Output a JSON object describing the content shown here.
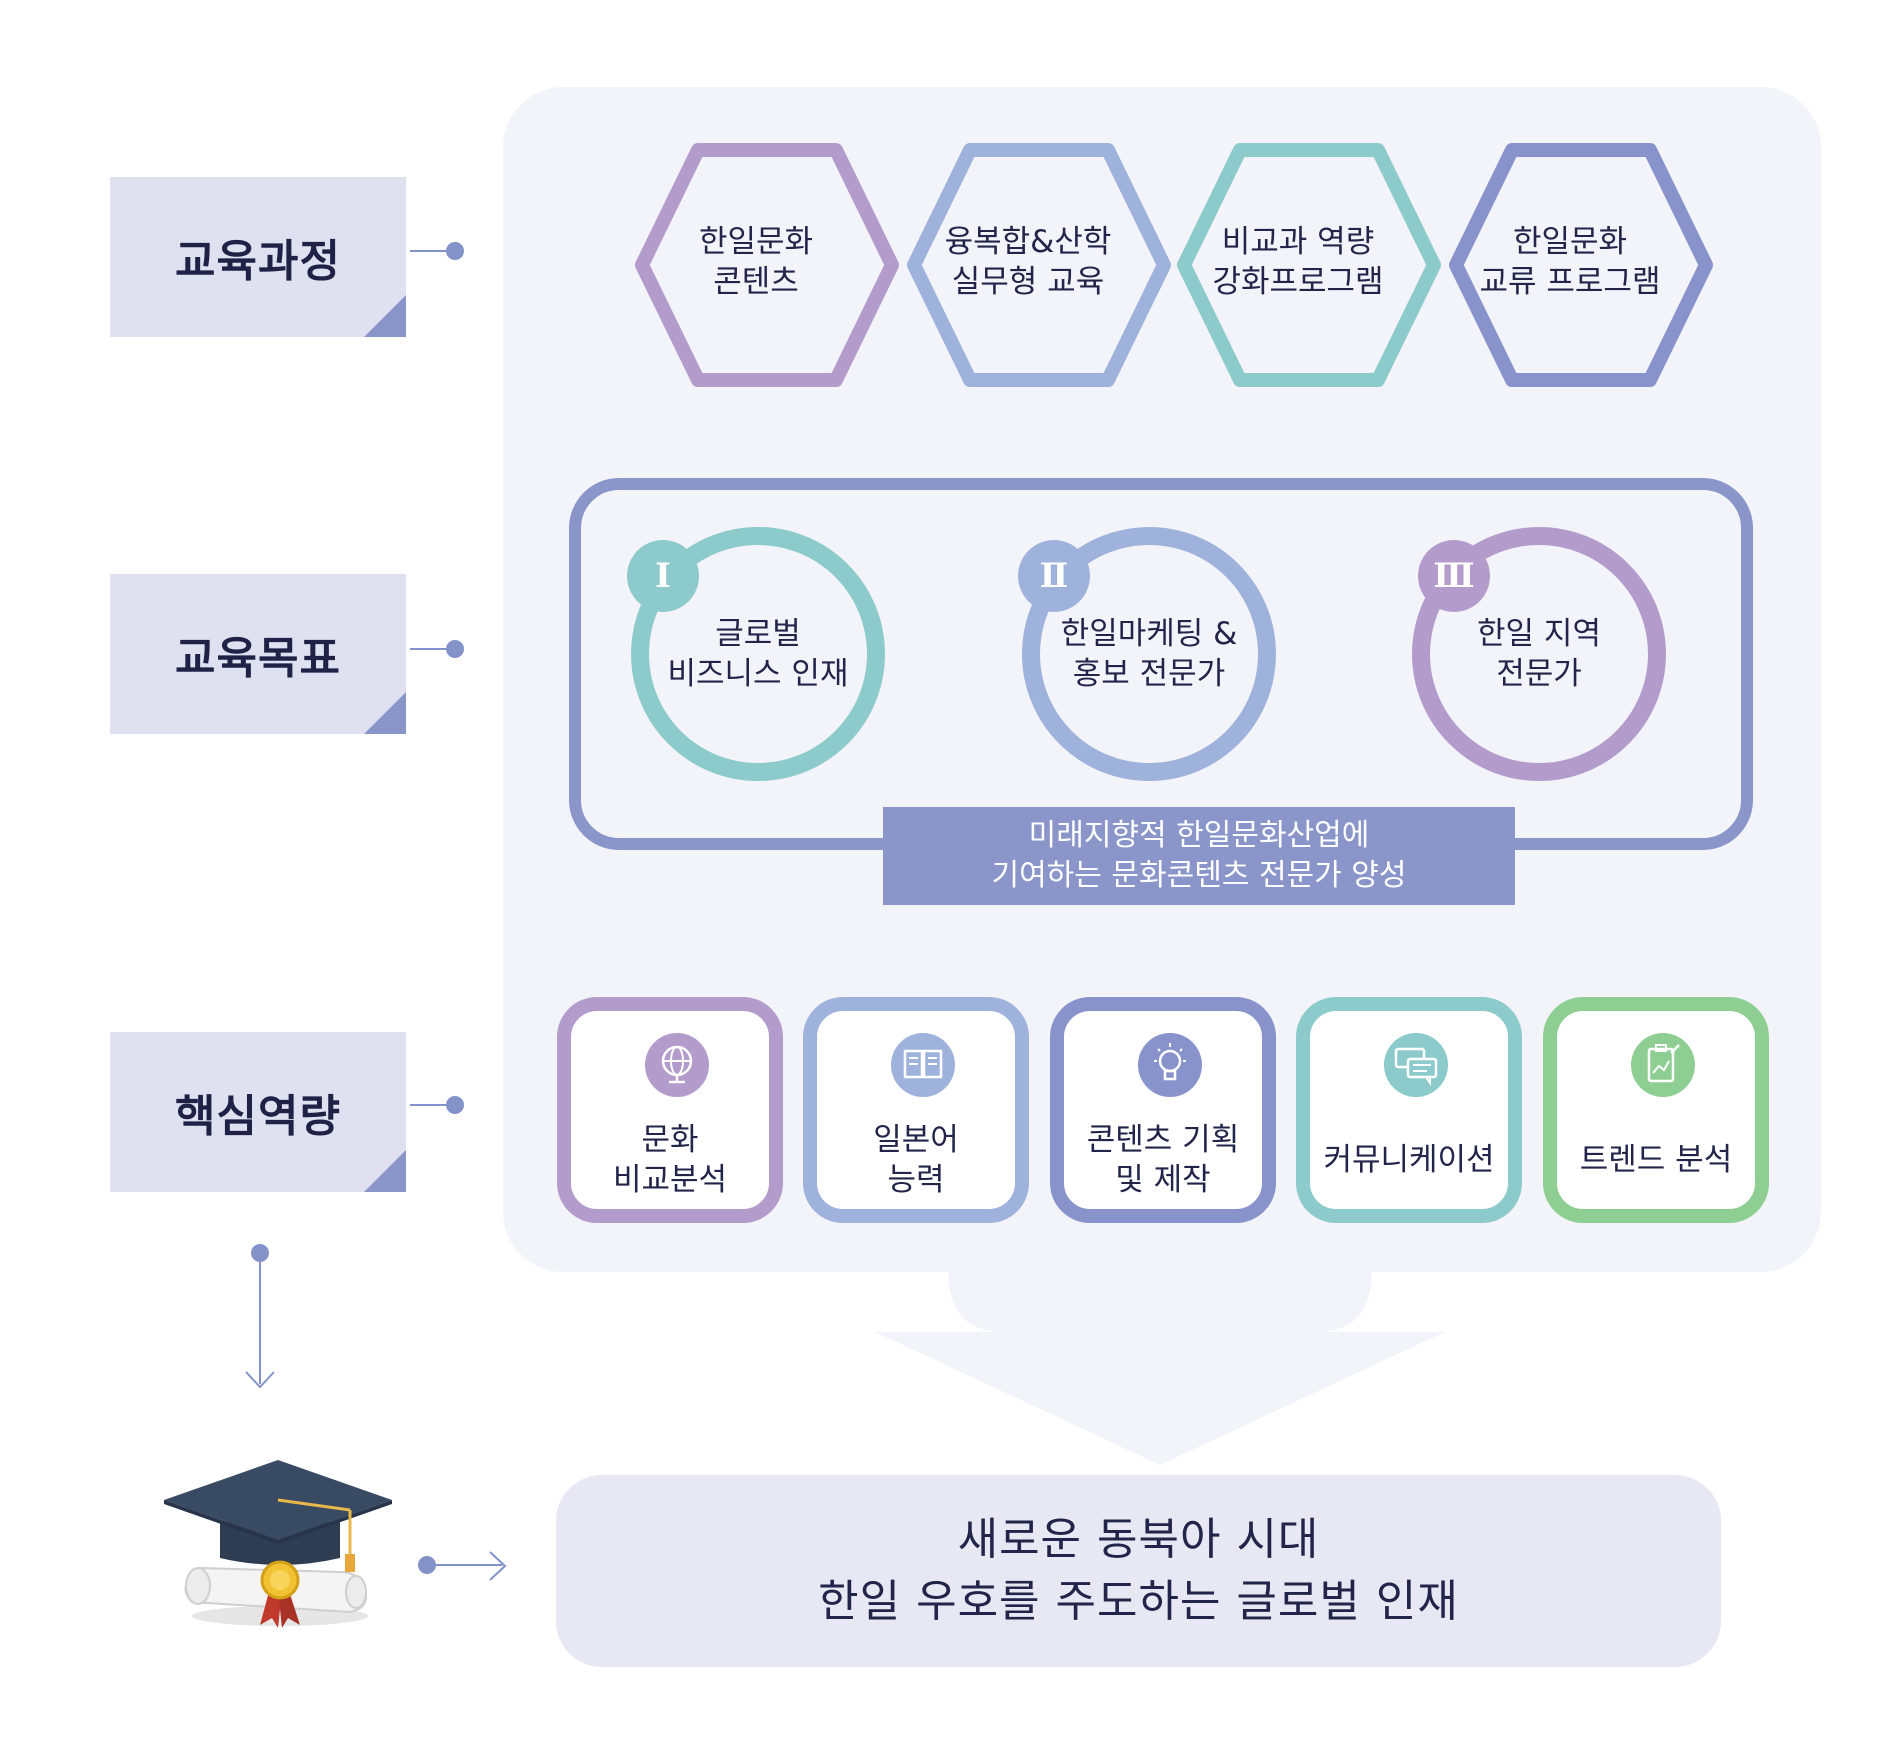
{
  "labels": {
    "curriculum": "교육과정",
    "objective": "교육목표",
    "competency": "핵심역량"
  },
  "curriculum": [
    {
      "line1": "한일문화",
      "line2": "콘텐츠",
      "color": "#b39bcb"
    },
    {
      "line1": "융복합&산학",
      "line2": "실무형 교육",
      "color": "#9fb2dc"
    },
    {
      "line1": "비교과 역량",
      "line2": "강화프로그램",
      "color": "#8ccacb"
    },
    {
      "line1": "한일문화",
      "line2": "교류 프로그램",
      "color": "#8893cc"
    }
  ],
  "objectives": [
    {
      "numeral": "Ⅰ",
      "line1": "글로벌",
      "line2": "비즈니스 인재",
      "color": "#8ccacb"
    },
    {
      "numeral": "Ⅱ",
      "line1": "한일마케팅 &",
      "line2": "홍보 전문가",
      "color": "#9fb2dc"
    },
    {
      "numeral": "Ⅲ",
      "line1": "한일 지역",
      "line2": "전문가",
      "color": "#b39bcb"
    }
  ],
  "objective_banner": {
    "line1": "미래지향적 한일문화산업에",
    "line2": "기여하는 문화콘텐츠 전문가 양성"
  },
  "competencies": [
    {
      "line1": "문화",
      "line2": "비교분석",
      "icon": "globe-icon",
      "color": "#b39bcb"
    },
    {
      "line1": "일본어",
      "line2": "능력",
      "icon": "book-icon",
      "color": "#9fb2dc"
    },
    {
      "line1": "콘텐츠 기획",
      "line2": "및 제작",
      "icon": "lightbulb-icon",
      "color": "#8893cc"
    },
    {
      "line1": "커뮤니케이션",
      "line2": "",
      "icon": "speech-bubbles-icon",
      "color": "#8ccacb"
    },
    {
      "line1": "트렌드 분석",
      "line2": "",
      "icon": "clipboard-chart-icon",
      "color": "#8fce93"
    }
  ],
  "result": {
    "line1": "새로운 동북아 시대",
    "line2": "한일 우호를 주도하는 글로벌 인재"
  }
}
